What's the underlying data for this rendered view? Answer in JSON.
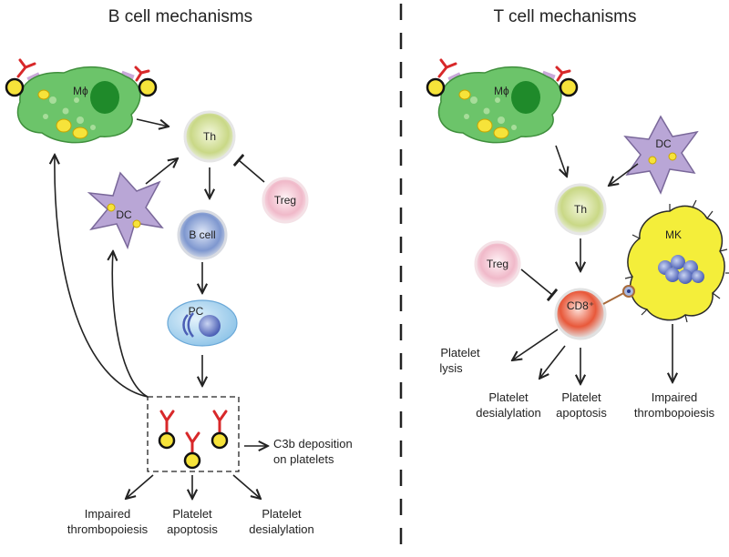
{
  "titles": {
    "left": "B cell mechanisms",
    "right": "T cell mechanisms"
  },
  "cells": {
    "macrophage": "Mϕ",
    "dc": "DC",
    "th": "Th",
    "treg": "Treg",
    "bcell": "B cell",
    "pc": "PC",
    "cd8": "CD8⁺",
    "mk": "MK"
  },
  "outcomes": {
    "c3b_line1": "C3b deposition",
    "c3b_line2": "on platelets",
    "left_thrombo_1": "Impaired",
    "left_thrombo_2": "thrombopoiesis",
    "left_apoptosis_1": "Platelet",
    "left_apoptosis_2": "apoptosis",
    "left_desial_1": "Platelet",
    "left_desial_2": "desialylation",
    "right_lysis_1": "Platelet",
    "right_lysis_2": "lysis",
    "right_desial_1": "Platelet",
    "right_desial_2": "desialylation",
    "right_apoptosis_1": "Platelet",
    "right_apoptosis_2": "apoptosis",
    "right_thrombo_1": "Impaired",
    "right_thrombo_2": "thrombopoiesis"
  },
  "colors": {
    "macrophage": "#6cc46a",
    "dc": "#b9a6d6",
    "th": "#d7e2a0",
    "treg": "#f3c6d4",
    "bcell": "#8fa6d8",
    "pc": "#a9d2ee",
    "cd8": "#e8583a",
    "mk": "#f4ee3a",
    "antibody": "#d8282a",
    "platelet": "#f6e33a"
  }
}
